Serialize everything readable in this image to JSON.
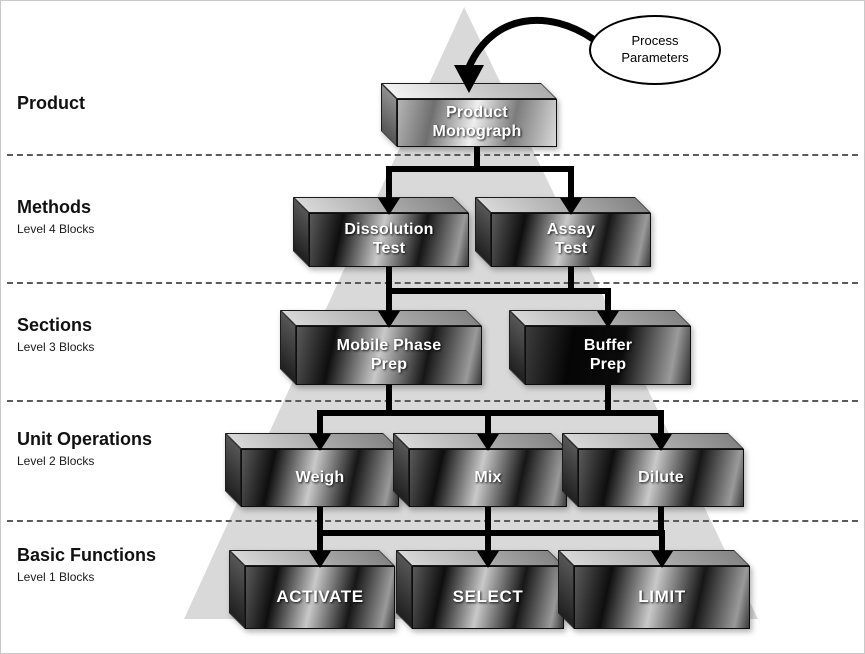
{
  "colors": {
    "triangle": "#d9d9d9",
    "arrow": "#000000",
    "dashed_line": "#5a5a5a",
    "block_dark": "#1a1a1a",
    "block_light": "#c9c9c9"
  },
  "callout": {
    "label": "Process\nParameters"
  },
  "levels": [
    {
      "name": "Product",
      "sub": "",
      "blocks": [
        {
          "label": "Product\nMonograph"
        }
      ]
    },
    {
      "name": "Methods",
      "sub": "Level 4 Blocks",
      "blocks": [
        {
          "label": "Dissolution\nTest"
        },
        {
          "label": "Assay\nTest"
        }
      ]
    },
    {
      "name": "Sections",
      "sub": "Level 3 Blocks",
      "blocks": [
        {
          "label": "Mobile Phase\nPrep"
        },
        {
          "label": "Buffer\nPrep"
        }
      ]
    },
    {
      "name": "Unit Operations",
      "sub": "Level 2 Blocks",
      "blocks": [
        {
          "label": "Weigh"
        },
        {
          "label": "Mix"
        },
        {
          "label": "Dilute"
        }
      ]
    },
    {
      "name": "Basic Functions",
      "sub": "Level 1 Blocks",
      "blocks": [
        {
          "label": "ACTIVATE"
        },
        {
          "label": "SELECT"
        },
        {
          "label": "LIMIT"
        }
      ]
    }
  ]
}
